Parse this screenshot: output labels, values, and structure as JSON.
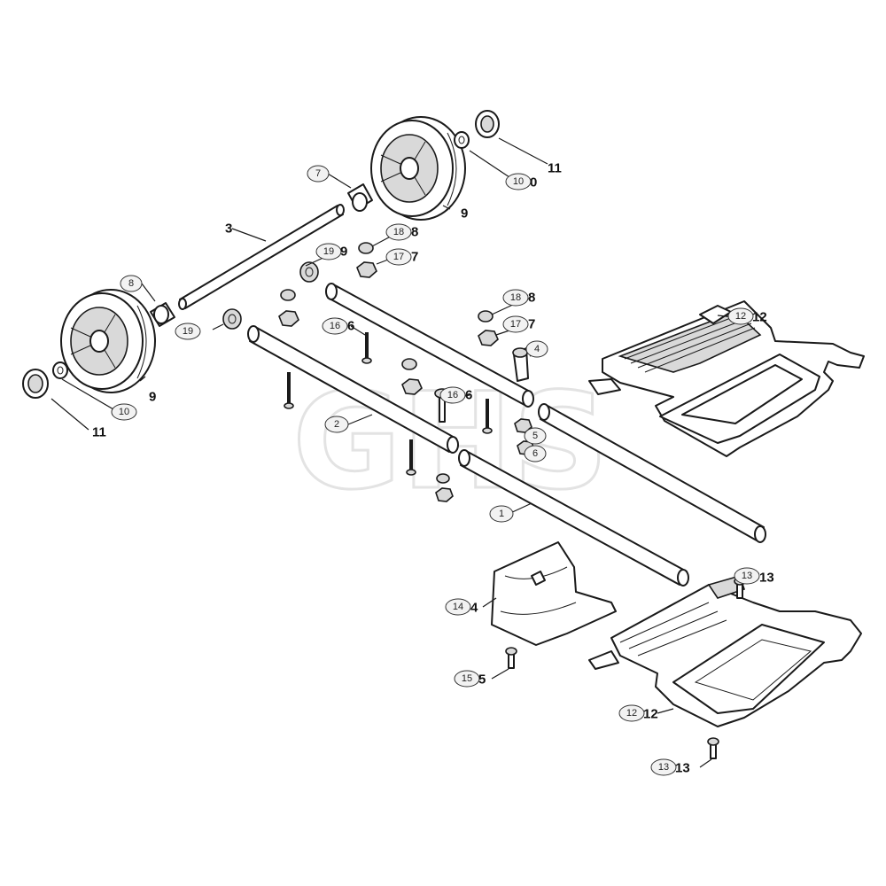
{
  "watermark": "GHS",
  "callouts": [
    {
      "part": "1",
      "label": "1",
      "plain": true
    },
    {
      "part": "2",
      "label": "2",
      "plain": true
    },
    {
      "part": "3",
      "label": "3",
      "plain": true
    },
    {
      "part": "4",
      "label": "4"
    },
    {
      "part": "5",
      "label": "5"
    },
    {
      "part": "6a",
      "label": "6",
      "circled": "16"
    },
    {
      "part": "6b",
      "label": "6",
      "circled": "16"
    },
    {
      "part": "6c",
      "label": "6"
    },
    {
      "part": "7a",
      "label": "7",
      "circled": "7"
    },
    {
      "part": "7b",
      "label": "7",
      "circled": "17"
    },
    {
      "part": "7c",
      "label": "7",
      "circled": "17"
    },
    {
      "part": "8a",
      "label": "8",
      "circled": "8"
    },
    {
      "part": "8b",
      "label": "8",
      "circled": "18"
    },
    {
      "part": "8c",
      "label": "8",
      "circled": "18"
    },
    {
      "part": "9a",
      "label": "9"
    },
    {
      "part": "9b",
      "label": "9"
    },
    {
      "part": "9c",
      "label": "9",
      "circled": "19"
    },
    {
      "part": "9d",
      "label": "9",
      "circled": "19"
    },
    {
      "part": "10a",
      "label": "0",
      "circled": "10"
    },
    {
      "part": "10b",
      "label": "10",
      "circled": "10"
    },
    {
      "part": "11a",
      "label": "11"
    },
    {
      "part": "11b",
      "label": "11"
    },
    {
      "part": "12a",
      "label": "12",
      "circled": "12"
    },
    {
      "part": "12b",
      "label": "12",
      "circled": "12"
    },
    {
      "part": "13a",
      "label": "13",
      "circled": "13"
    },
    {
      "part": "13b",
      "label": "13",
      "circled": "13"
    },
    {
      "part": "14",
      "label": "4",
      "circled": "14"
    },
    {
      "part": "15",
      "label": "5",
      "circled": "15"
    }
  ],
  "labels": {
    "c1": "1",
    "c2": "2",
    "c3": "3",
    "c4": "4",
    "c4o": "4",
    "c5": "5",
    "c5o": "5",
    "c6o": "6",
    "c6n": "6",
    "c16a": "16",
    "c16a_n": "6",
    "c16b": "16",
    "c16b_n": "6",
    "c7o": "7",
    "c8o": "8",
    "c17a": "17",
    "c17a_n": "7",
    "c17b": "17",
    "c17b_n": "7",
    "c18a": "18",
    "c18a_n": "8",
    "c18b": "18",
    "c18b_n": "8",
    "c19a": "19",
    "c19a_n": "9",
    "c19b": "19",
    "c9a": "9",
    "c9b": "9",
    "c10a": "10",
    "c10a_n": "0",
    "c10b": "10",
    "c11a": "11",
    "c11b": "11",
    "c12a": "12",
    "c12a_n": "12",
    "c12b": "12",
    "c12b_n": "12",
    "c13a": "13",
    "c13a_n": "13",
    "c13b": "13",
    "c13b_n": "13",
    "c14": "14",
    "c14_n": "4",
    "c15": "15",
    "c15_n": "5"
  }
}
